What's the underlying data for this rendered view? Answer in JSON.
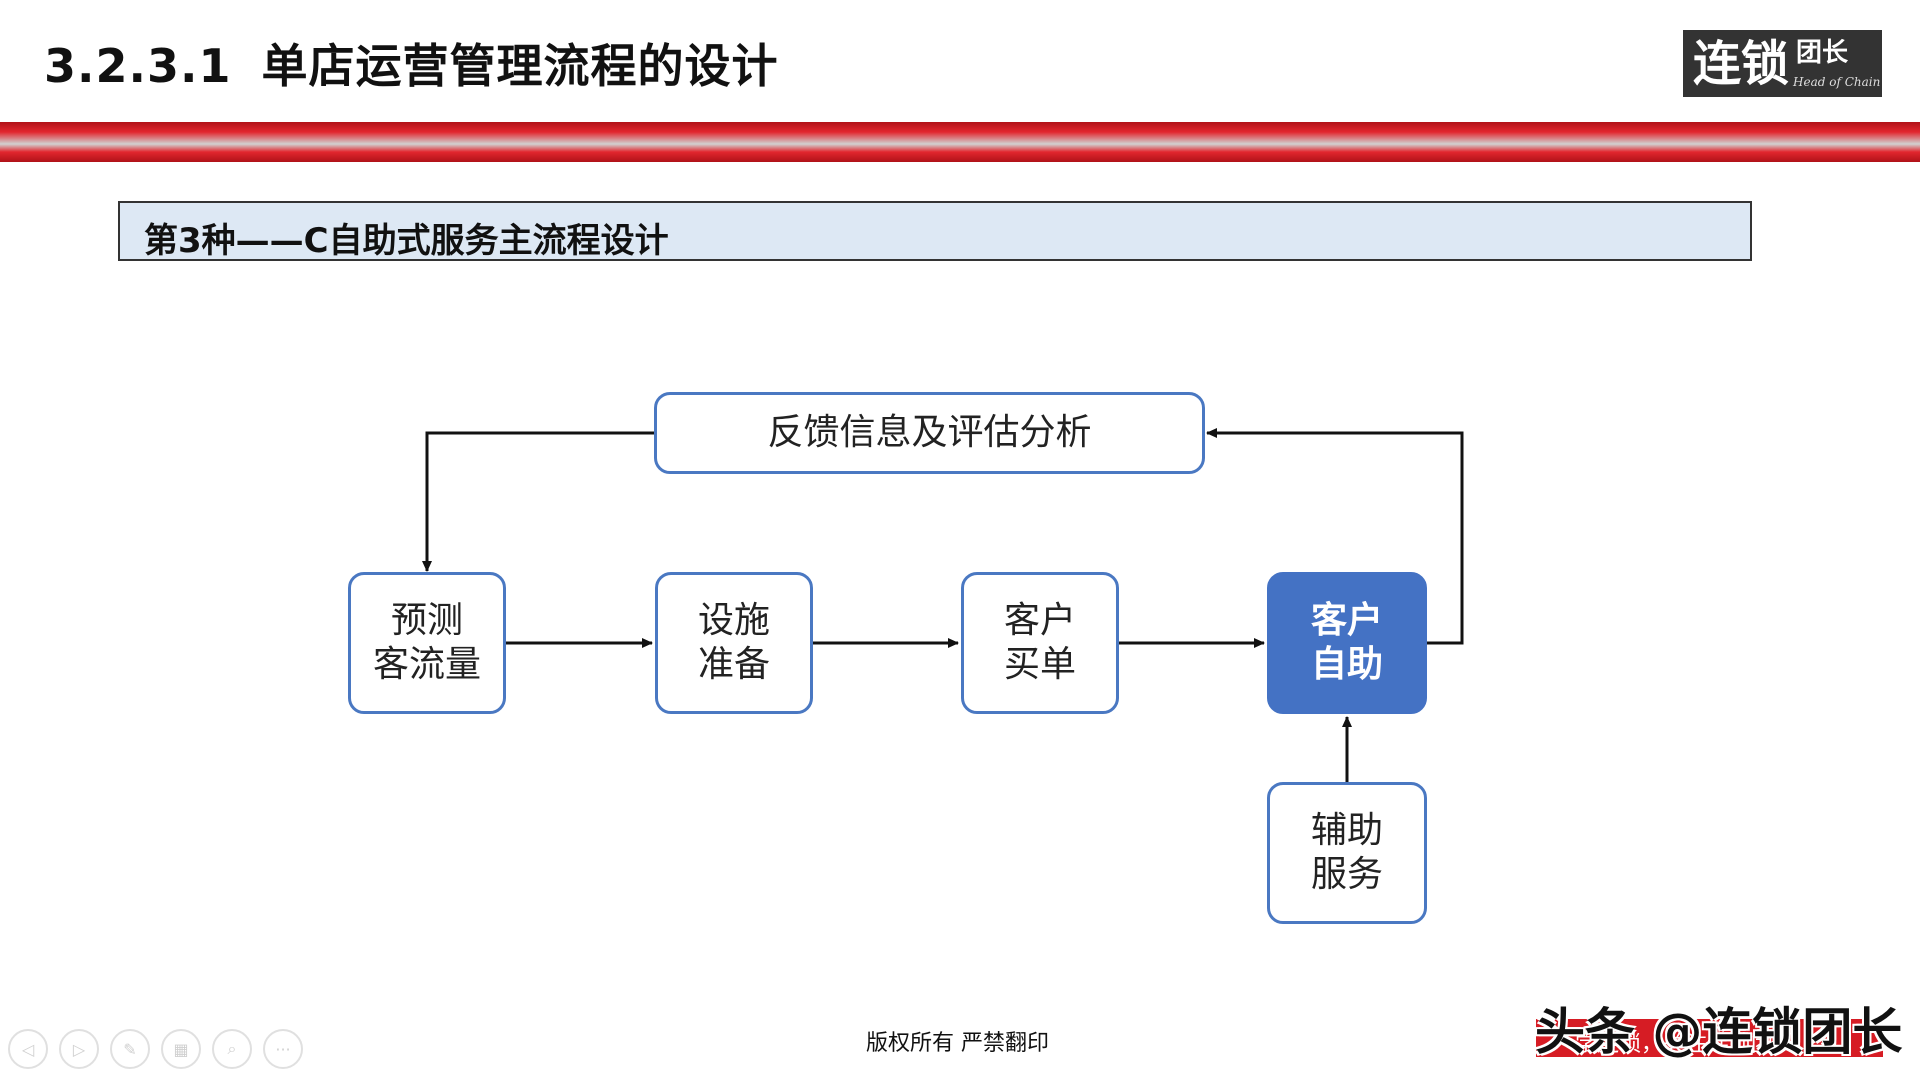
{
  "header": {
    "section_number": "3.2.3.1",
    "title": "单店运营管理流程的设计"
  },
  "logo": {
    "main": "连锁",
    "side": "团长",
    "english": "Head of Chain"
  },
  "section": {
    "title": "第3种——C自助式服务主流程设计"
  },
  "diagram": {
    "feedback": "反馈信息及评估分析",
    "nodes": {
      "forecast": "预测\n客流量",
      "facility": "设施\n准备",
      "purchase": "客户\n买单",
      "self_service": "客户\n自助",
      "assist": "辅助\n服务"
    },
    "highlight_color": "#4472c4",
    "border_color": "#4a78c2"
  },
  "footer": {
    "copyright": "版权所有  严禁翻印",
    "nav_icons": [
      "prev-icon",
      "next-icon",
      "pen-icon",
      "slides-icon",
      "zoom-icon",
      "more-icon"
    ]
  },
  "watermark": {
    "text": "头条 @连锁团长",
    "sub": "学连锁，关注连锁团长"
  },
  "colors": {
    "red_band": "#d61c24",
    "section_bg": "#dde8f4"
  }
}
